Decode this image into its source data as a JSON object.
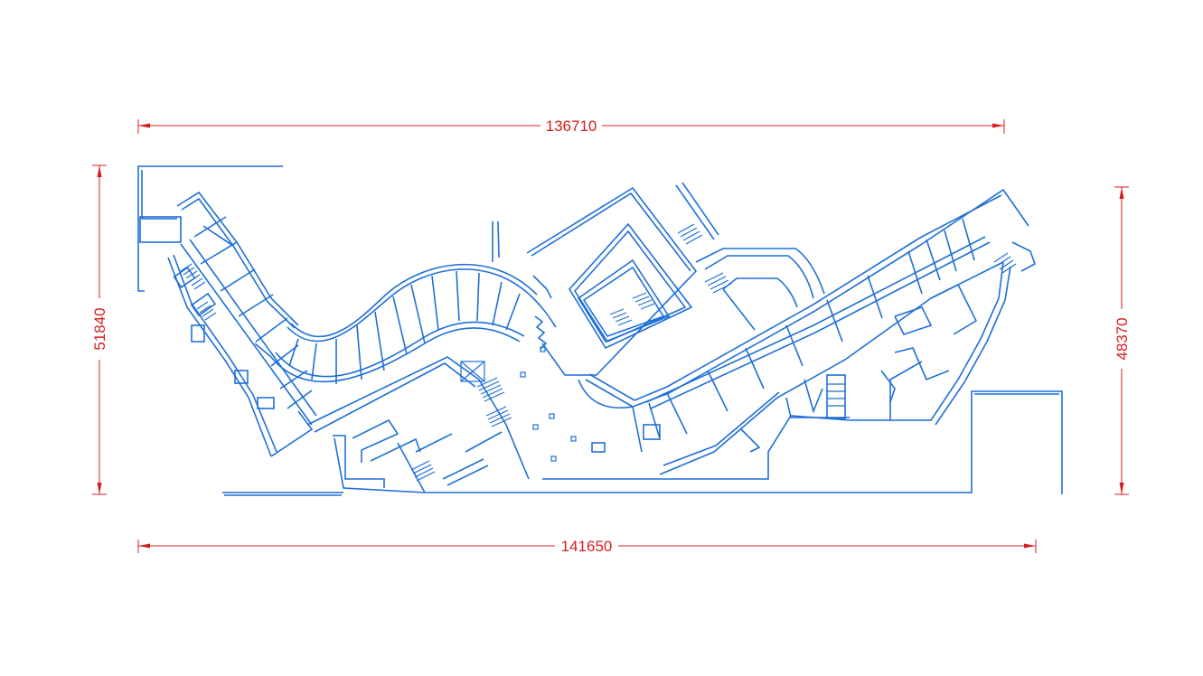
{
  "colors": {
    "background": "#ffffff",
    "plan_lines": "#1f6fd6",
    "dimension_lines": "#d41e1e"
  },
  "dimensions": {
    "top_width": "136710",
    "bottom_width": "141650",
    "left_height": "51840",
    "right_height": "48370"
  }
}
